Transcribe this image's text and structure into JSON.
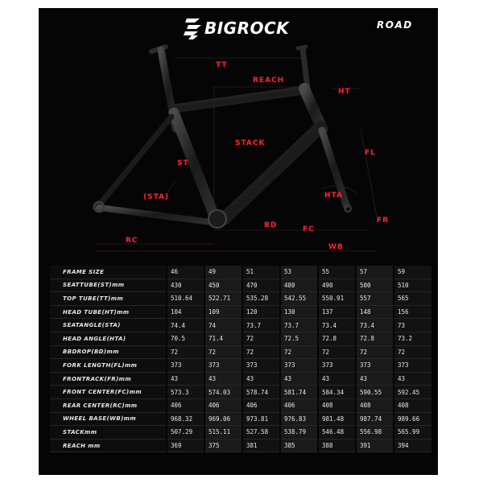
{
  "brand": {
    "name": "BIGROCK",
    "category": "ROAD"
  },
  "labels": {
    "tt": "TT",
    "reach": "REACH",
    "ht": "HT",
    "stack": "STACK",
    "fl": "FL",
    "st": "ST",
    "sta": "(STA)",
    "hta": "HTA",
    "bd": "BD",
    "fc": "FC",
    "fr": "FR",
    "rc": "RC",
    "wb": "WB"
  },
  "table": {
    "header": {
      "label": "FRAME SIZE",
      "sizes": [
        "46",
        "49",
        "51",
        "53",
        "55",
        "57",
        "59"
      ]
    },
    "rows": [
      {
        "label": "SEATTUBE(ST)mm",
        "values": [
          "430",
          "450",
          "470",
          "480",
          "490",
          "500",
          "510"
        ]
      },
      {
        "label": "TOP TUBE(TT)mm",
        "values": [
          "510.64",
          "522.71",
          "535.28",
          "542.55",
          "550.91",
          "557",
          "565"
        ]
      },
      {
        "label": "HEAD TUBE(HT)mm",
        "values": [
          "104",
          "109",
          "120",
          "130",
          "137",
          "148",
          "156"
        ]
      },
      {
        "label": "SEATANGLE(STA)",
        "values": [
          "74.4",
          "74",
          "73.7",
          "73.7",
          "73.4",
          "73.4",
          "73"
        ]
      },
      {
        "label": "HEAD ANGLE(HTA)",
        "values": [
          "70.5",
          "71.4",
          "72",
          "72.5",
          "72.8",
          "72.8",
          "73.2"
        ]
      },
      {
        "label": "BBDROP(BD)mm",
        "values": [
          "72",
          "72",
          "72",
          "72",
          "72",
          "72",
          "72"
        ]
      },
      {
        "label": "FORK LENGTH(FL)mm",
        "values": [
          "373",
          "373",
          "373",
          "373",
          "373",
          "373",
          "373"
        ]
      },
      {
        "label": "FRONTRACK(FR)mm",
        "values": [
          "43",
          "43",
          "43",
          "43",
          "43",
          "43",
          "43"
        ]
      },
      {
        "label": "FRONT CENTER(FC)mm",
        "values": [
          "573.3",
          "574.03",
          "578.74",
          "581.74",
          "584.34",
          "590.55",
          "592.45"
        ]
      },
      {
        "label": "REAR CENTER(RC)mm",
        "values": [
          "406",
          "406",
          "406",
          "406",
          "408",
          "408",
          "408"
        ]
      },
      {
        "label": "WHEEL BASE(WB)mm",
        "values": [
          "968.32",
          "969.06",
          "973.81",
          "976.83",
          "981.48",
          "987.74",
          "989.66"
        ]
      },
      {
        "label": "STACKmm",
        "values": [
          "507.29",
          "515.11",
          "527.58",
          "538.79",
          "546.48",
          "556.98",
          "565.99"
        ]
      },
      {
        "label": "REACH mm",
        "values": [
          "369",
          "375",
          "381",
          "385",
          "388",
          "391",
          "394"
        ]
      }
    ]
  },
  "colors": {
    "background": "#050505",
    "accent": "#ff2233",
    "text": "#ffffff"
  },
  "icons": {
    "logo": "bigrock-stripes-logo"
  }
}
